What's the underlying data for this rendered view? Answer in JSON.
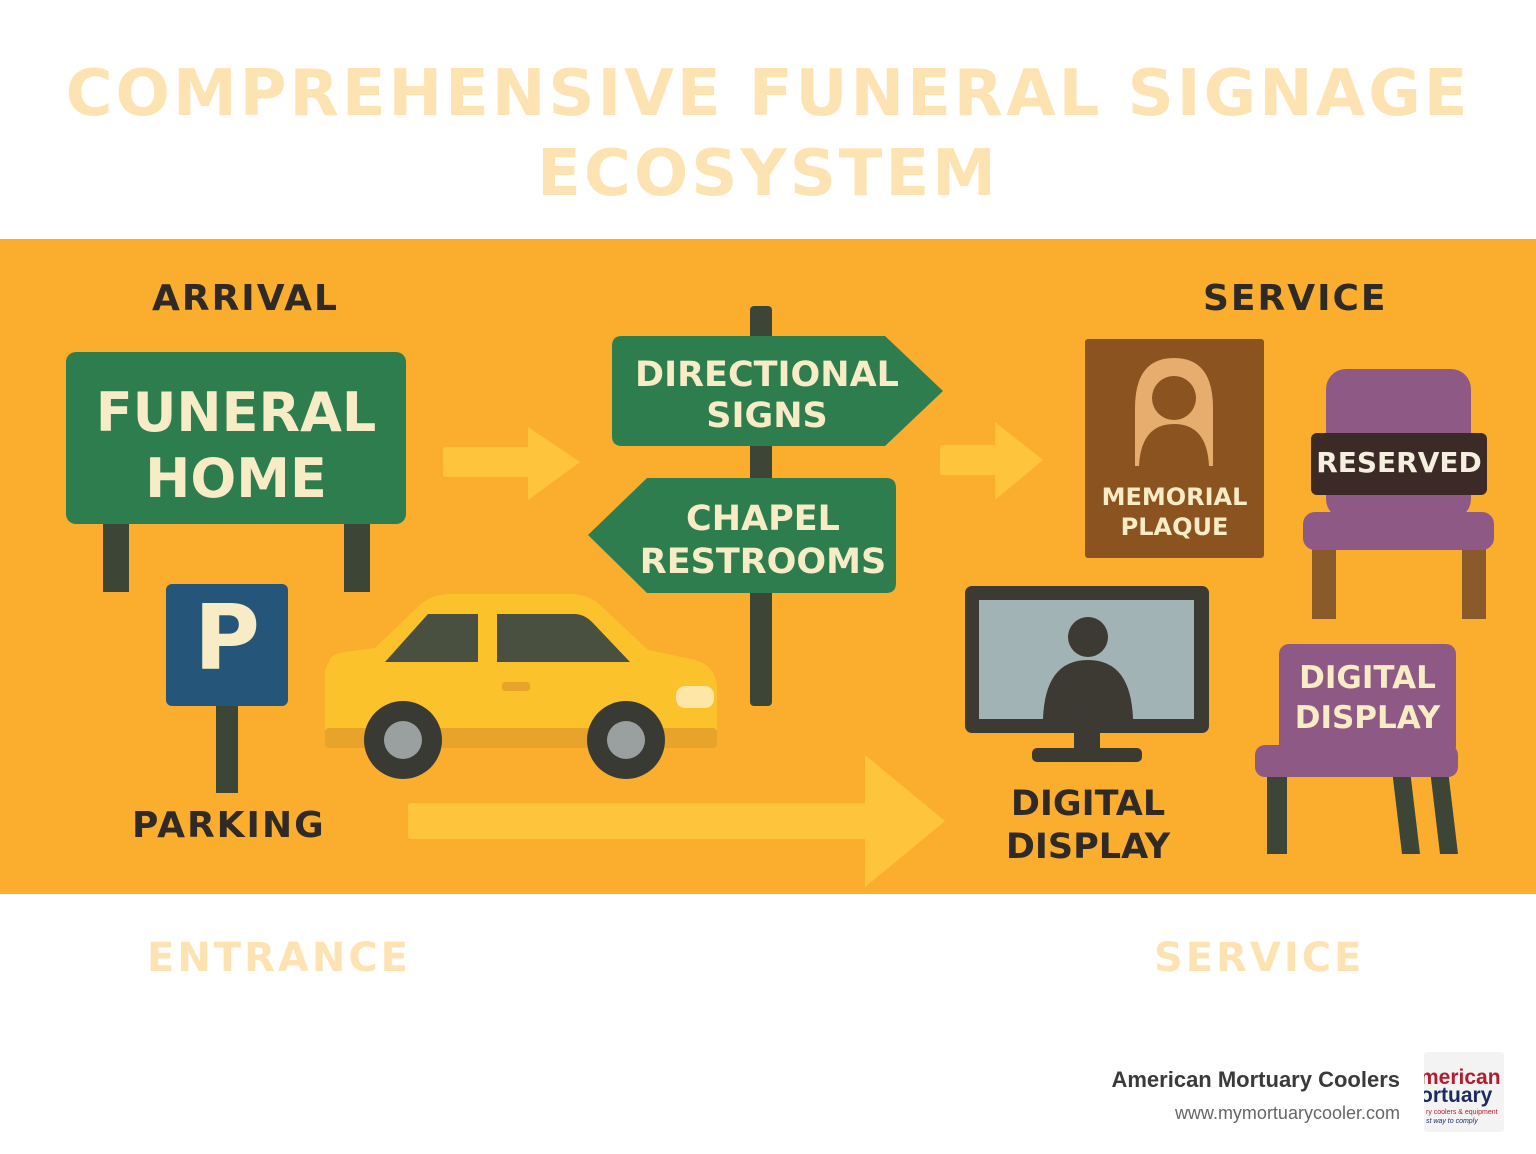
{
  "title": {
    "line1": "COMPREHENSIVE FUNERAL SIGNAGE",
    "line2": "ECOSYSTEM"
  },
  "sections": {
    "arrival": "ARRIVAL",
    "service": "SERVICE"
  },
  "signs": {
    "funeral_home": {
      "line1": "FUNERAL",
      "line2": "HOME"
    },
    "parking_symbol": "P",
    "parking_label": "PARKING",
    "directional": {
      "line1": "DIRECTIONAL",
      "line2": "SIGNS"
    },
    "chapel": {
      "line1": "CHAPEL",
      "line2": "RESTROOMS"
    },
    "memorial": {
      "line1": "MEMORIAL",
      "line2": "PLAQUE"
    },
    "reserved": "RESERVED",
    "digital_display_monitor": {
      "line1": "DIGITAL",
      "line2": "DISPLAY"
    },
    "digital_display_chair": {
      "line1": "DIGITAL",
      "line2": "DISPLAY"
    }
  },
  "footer_labels": {
    "entrance": "ENTRANCE",
    "service": "SERVICE"
  },
  "brand": {
    "name": "American Mortuary Coolers",
    "url": "www.mymortuarycooler.com",
    "logo_line1": "merican",
    "logo_line2": "ortuary",
    "logo_line3": "ry coolers & equipment",
    "logo_line4": "st way to comply"
  },
  "colors": {
    "band": "#fbae2e",
    "title": "#fde3b2",
    "green_sign": "#2e7d4f",
    "sign_text": "#f7ecc5",
    "parking_blue": "#25567a",
    "car": "#fcc22c",
    "memorial_brown": "#8a531f",
    "chair_purple": "#8e5a85",
    "post": "#3d4636"
  },
  "icons": [
    "arrow-right-icon",
    "car-icon",
    "person-silhouette-icon",
    "monitor-icon",
    "chair-icon"
  ]
}
